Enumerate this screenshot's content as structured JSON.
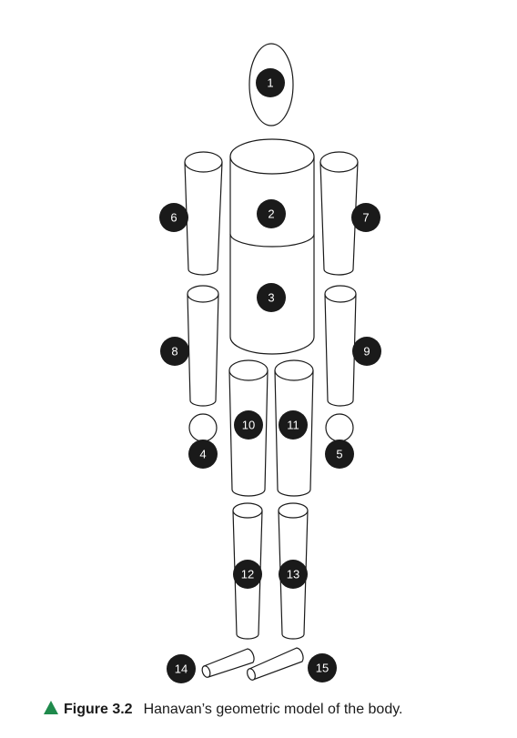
{
  "caption": {
    "figure_label": "Figure 3.2",
    "text": "Hanavan’s geometric model of the body.",
    "marker_color": "#1f8a4c",
    "marker_icon": "triangle-marker-icon"
  },
  "segments": [
    {
      "id": "1",
      "shape": "ellipsoid"
    },
    {
      "id": "2",
      "shape": "cylinder"
    },
    {
      "id": "3",
      "shape": "cylinder"
    },
    {
      "id": "4",
      "shape": "sphere"
    },
    {
      "id": "5",
      "shape": "sphere"
    },
    {
      "id": "6",
      "shape": "frustum"
    },
    {
      "id": "7",
      "shape": "frustum"
    },
    {
      "id": "8",
      "shape": "frustum"
    },
    {
      "id": "9",
      "shape": "frustum"
    },
    {
      "id": "10",
      "shape": "frustum"
    },
    {
      "id": "11",
      "shape": "frustum"
    },
    {
      "id": "12",
      "shape": "frustum"
    },
    {
      "id": "13",
      "shape": "frustum"
    },
    {
      "id": "14",
      "shape": "frustum"
    },
    {
      "id": "15",
      "shape": "frustum"
    }
  ]
}
